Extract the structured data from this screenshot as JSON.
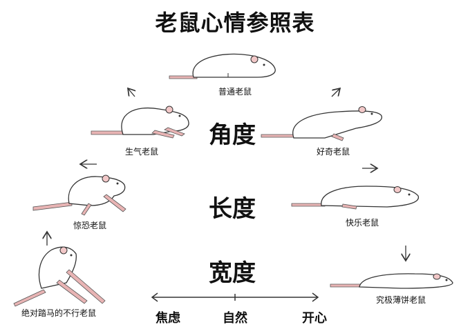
{
  "title": "老鼠心情参照表",
  "dimensions": {
    "angle": "角度",
    "length": "长度",
    "width": "宽度"
  },
  "mice": [
    {
      "id": "normal",
      "label": "普通老鼠"
    },
    {
      "id": "angry",
      "label": "生气老鼠"
    },
    {
      "id": "curious",
      "label": "好奇老鼠"
    },
    {
      "id": "scared",
      "label": "惊恐老鼠"
    },
    {
      "id": "happy",
      "label": "快乐老鼠"
    },
    {
      "id": "terrified",
      "label": "绝对踏马的不行老鼠"
    },
    {
      "id": "ultimate",
      "label": "究极薄饼老鼠"
    }
  ],
  "scale": {
    "left": "焦虑",
    "middle": "自然",
    "right": "开心"
  },
  "colors": {
    "body": "#ffffff",
    "outline": "#333333",
    "tail": "#d9a0a0",
    "ear": "#f2c8c8"
  }
}
